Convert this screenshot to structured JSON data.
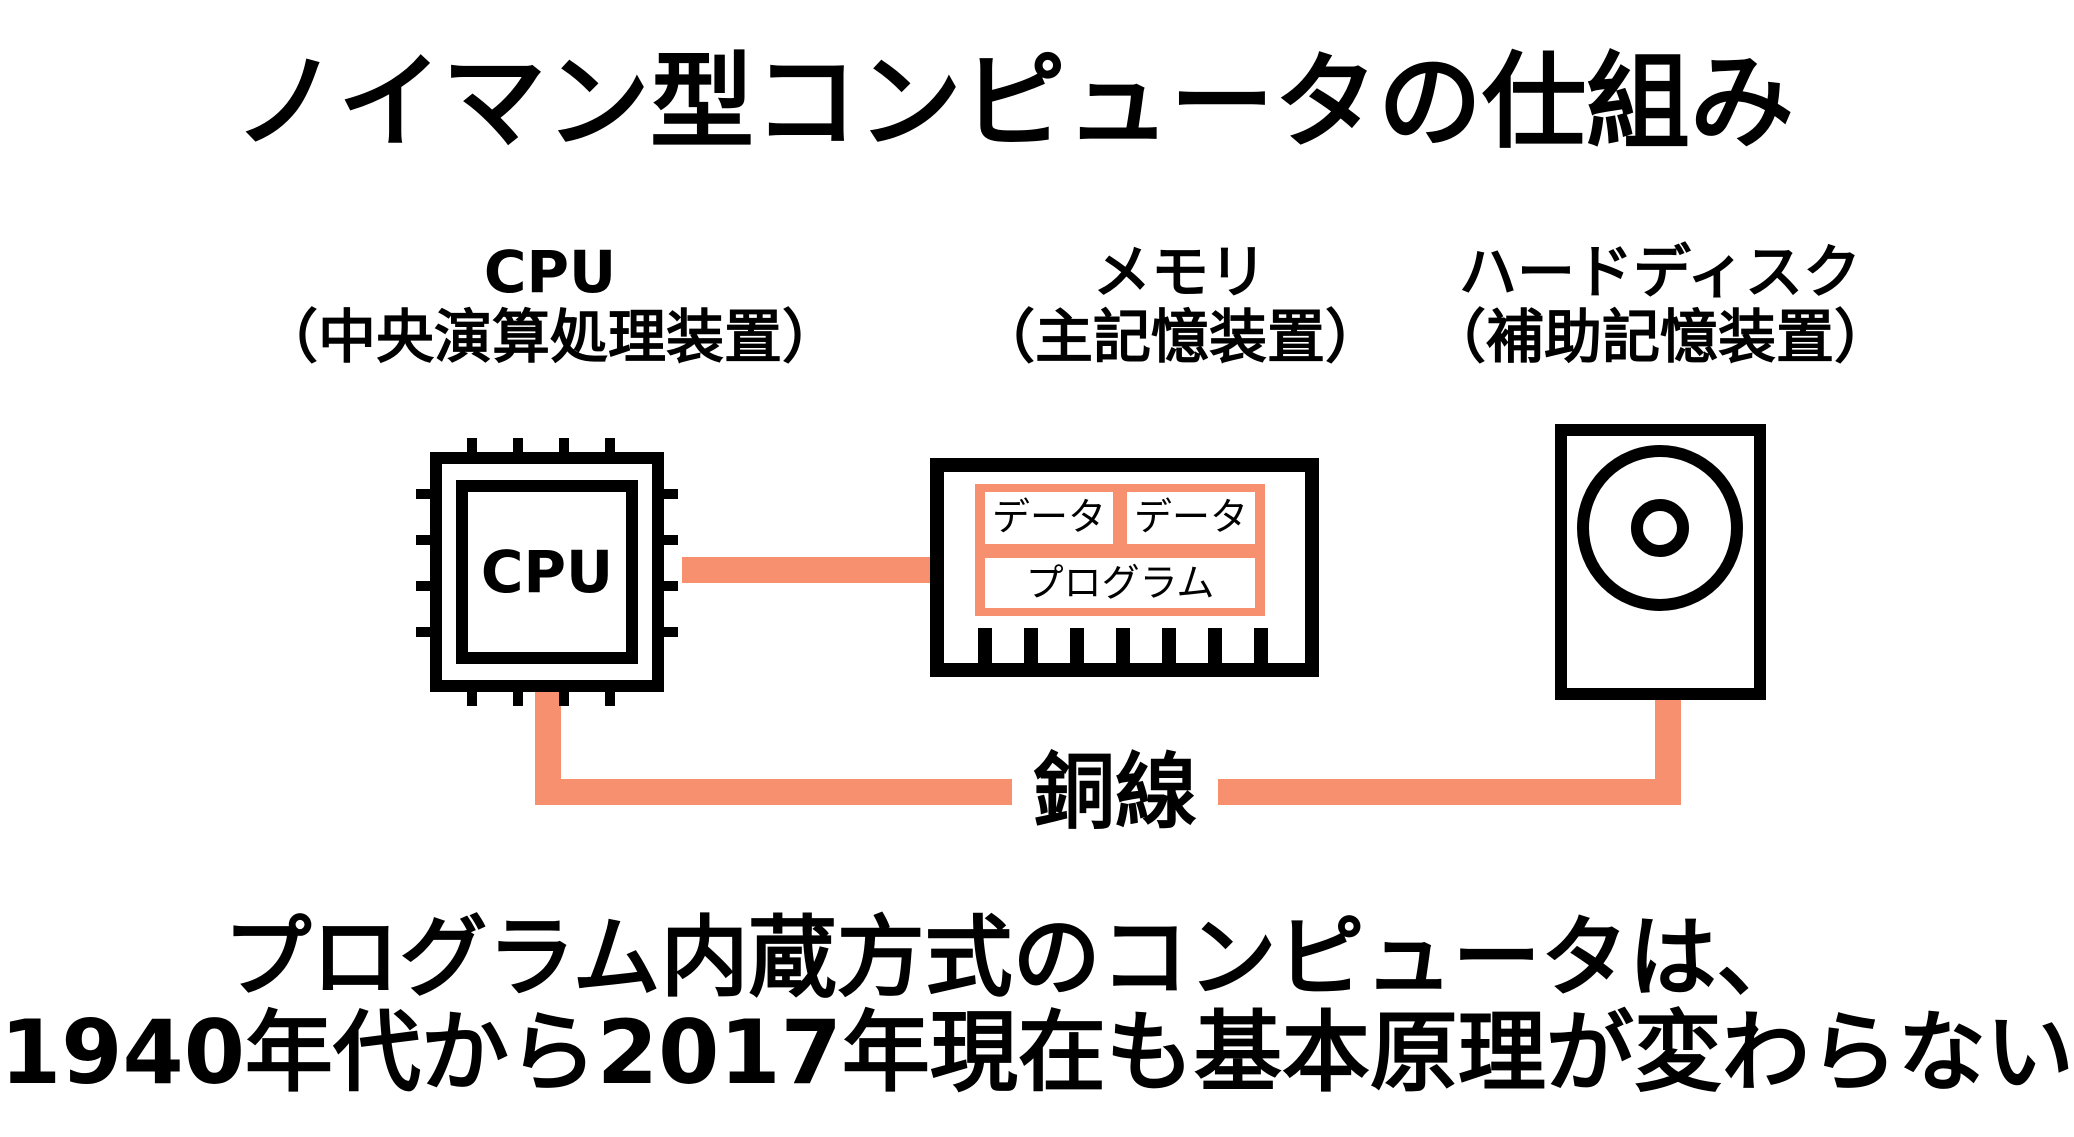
{
  "title": "ノイマン型コンピュータの仕組み",
  "components": {
    "cpu": {
      "line1": "CPU",
      "line2": "（中央演算処理装置）",
      "chip_label": "CPU"
    },
    "memory": {
      "line1": "メモリ",
      "line2": "（主記憶装置）",
      "cells": [
        "データ",
        "データ",
        "プログラム"
      ]
    },
    "hdd": {
      "line1": "ハードディスク",
      "line2": "（補助記憶装置）"
    }
  },
  "connection_label": "銅線",
  "bottom": {
    "line1": "プログラム内蔵方式のコンピュータは、",
    "line2": "1940年代から2017年現在も基本原理が変わらない"
  },
  "colors": {
    "wire": "#f6906f",
    "outline": "#000000",
    "background": "#ffffff"
  },
  "icons": [
    "cpu-chip-icon",
    "memory-module-icon",
    "hard-disk-icon"
  ]
}
